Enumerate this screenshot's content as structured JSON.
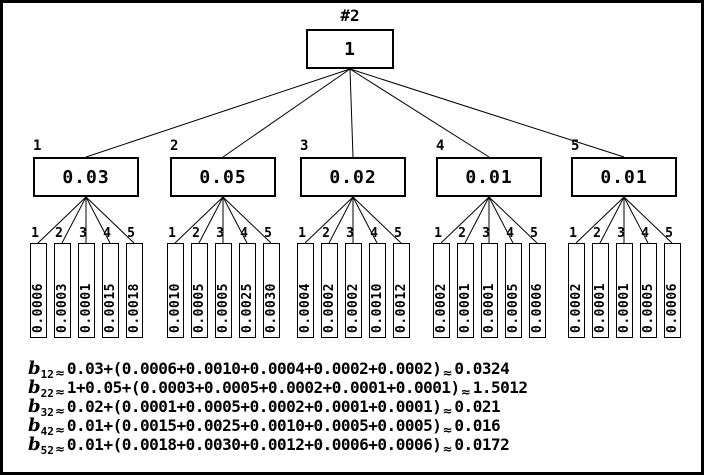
{
  "tree": {
    "root_label": "#2",
    "root_value": "1",
    "groups": [
      {
        "label": "1",
        "value": "0.03",
        "leaves": [
          {
            "label": "1",
            "value": "0.0006"
          },
          {
            "label": "2",
            "value": "0.0003"
          },
          {
            "label": "3",
            "value": "0.0001"
          },
          {
            "label": "4",
            "value": "0.0015"
          },
          {
            "label": "5",
            "value": "0.0018"
          }
        ]
      },
      {
        "label": "2",
        "value": "0.05",
        "leaves": [
          {
            "label": "1",
            "value": "0.0010"
          },
          {
            "label": "2",
            "value": "0.0005"
          },
          {
            "label": "3",
            "value": "0.0005"
          },
          {
            "label": "4",
            "value": "0.0025"
          },
          {
            "label": "5",
            "value": "0.0030"
          }
        ]
      },
      {
        "label": "3",
        "value": "0.02",
        "leaves": [
          {
            "label": "1",
            "value": "0.0004"
          },
          {
            "label": "2",
            "value": "0.0002"
          },
          {
            "label": "3",
            "value": "0.0002"
          },
          {
            "label": "4",
            "value": "0.0010"
          },
          {
            "label": "5",
            "value": "0.0012"
          }
        ]
      },
      {
        "label": "4",
        "value": "0.01",
        "leaves": [
          {
            "label": "1",
            "value": "0.0002"
          },
          {
            "label": "2",
            "value": "0.0001"
          },
          {
            "label": "3",
            "value": "0.0001"
          },
          {
            "label": "4",
            "value": "0.0005"
          },
          {
            "label": "5",
            "value": "0.0006"
          }
        ]
      },
      {
        "label": "5",
        "value": "0.01",
        "leaves": [
          {
            "label": "1",
            "value": "0.0002"
          },
          {
            "label": "2",
            "value": "0.0001"
          },
          {
            "label": "3",
            "value": "0.0001"
          },
          {
            "label": "4",
            "value": "0.0005"
          },
          {
            "label": "5",
            "value": "0.0006"
          }
        ]
      }
    ]
  },
  "equations": [
    {
      "var": "b",
      "sub": "12",
      "approx": "≈",
      "body": "0.03+(0.0006+0.0010+0.0004+0.0002+0.0002)",
      "result": "0.0324"
    },
    {
      "var": "b",
      "sub": "22",
      "approx": "≈",
      "body": "1+0.05+(0.0003+0.0005+0.0002+0.0001+0.0001)",
      "result": "1.5012"
    },
    {
      "var": "b",
      "sub": "32",
      "approx": "≈",
      "body": "0.02+(0.0001+0.0005+0.0002+0.0001+0.0001)",
      "result": "0.021"
    },
    {
      "var": "b",
      "sub": "42",
      "approx": "≈",
      "body": "0.01+(0.0015+0.0025+0.0010+0.0005+0.0005)",
      "result": "0.016"
    },
    {
      "var": "b",
      "sub": "52",
      "approx": "≈",
      "body": "0.01+(0.0018+0.0030+0.0012+0.0006+0.0006)",
      "result": "0.0172"
    }
  ],
  "colors": {
    "ink": "#000000",
    "background": "#ffffff"
  }
}
